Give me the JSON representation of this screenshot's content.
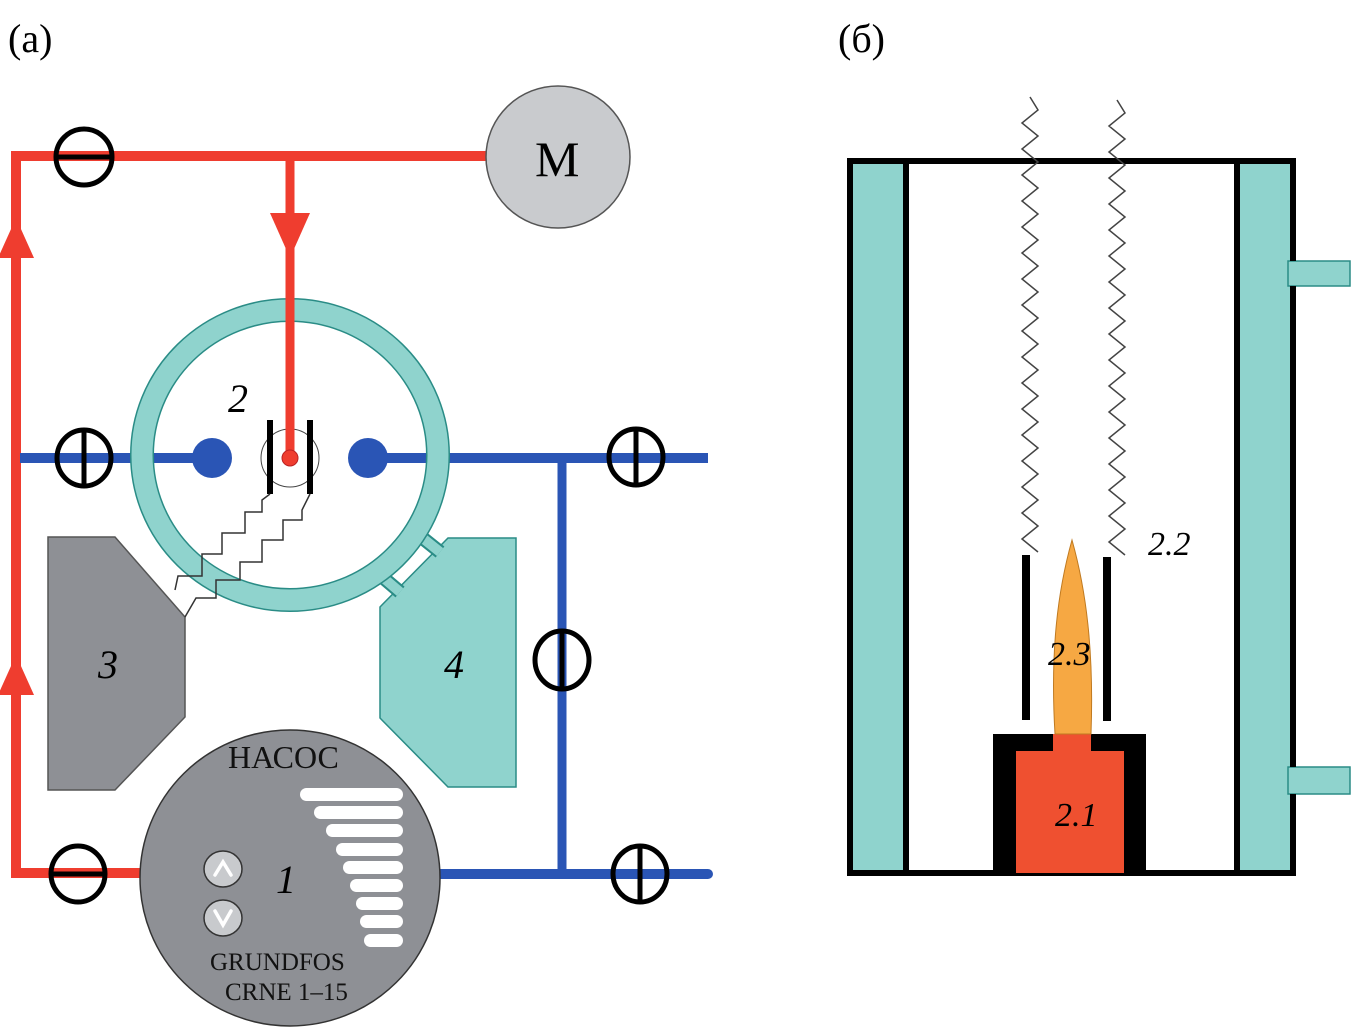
{
  "figure": {
    "panel_a": {
      "label": "(a)",
      "motor_label": "M",
      "heater_label": "2",
      "block3_label": "3",
      "block4_label": "4",
      "pump": {
        "number": "1",
        "title": "НАСОС",
        "brand": "GRUNDFOS",
        "model": "CRNE 1–15",
        "buttons": [
          "up",
          "down"
        ],
        "scale_bar_count": 9
      }
    },
    "panel_b": {
      "label": "(б)",
      "label_2_1": "2.1",
      "label_2_2": "2.2",
      "label_2_3": "2.3"
    },
    "colors": {
      "hot_line": "#ef3d2f",
      "cold_line": "#2a55b5",
      "teal": "#8fd3cd",
      "teal_stroke": "#2a8c86",
      "gray_block": "#8e9095",
      "motor_gray": "#c9cbce",
      "flame": "#f6a843",
      "crucible": "#ef5030"
    }
  }
}
